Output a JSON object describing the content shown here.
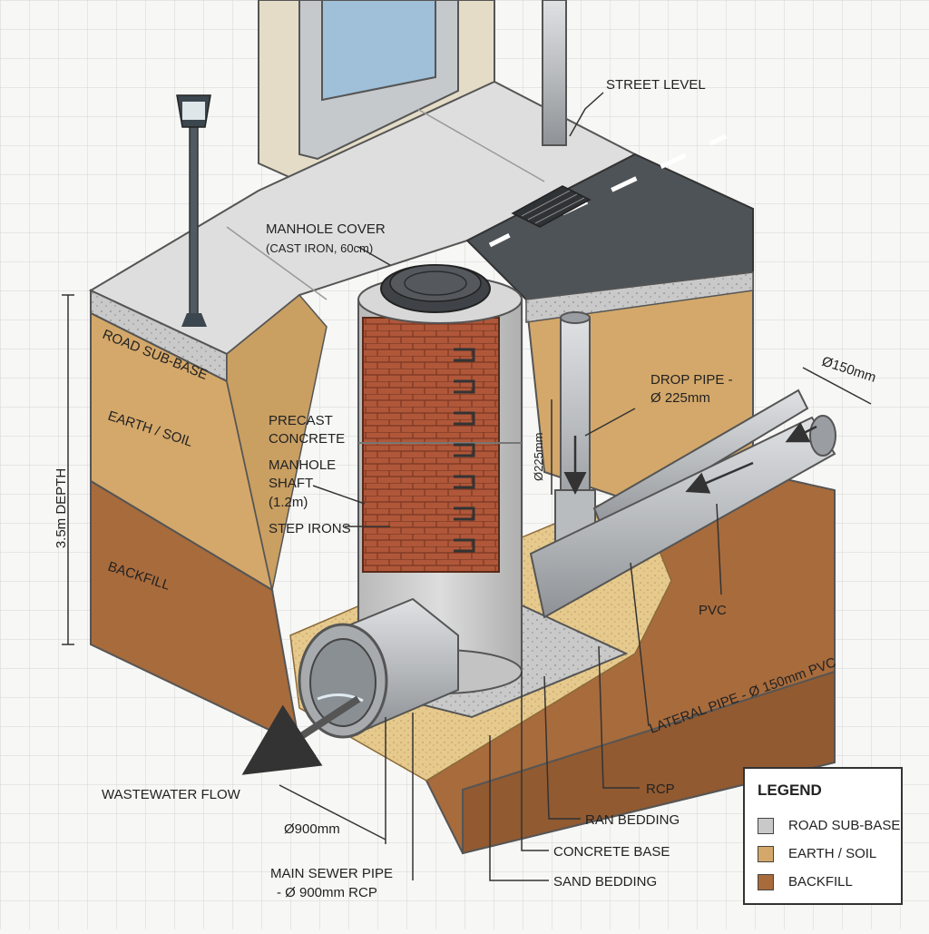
{
  "labels": {
    "street_level": "STREET LEVEL",
    "manhole_cover_line1": "MANHOLE COVER",
    "manhole_cover_line2": "(CAST IRON, 60cm)",
    "road_sub_base": "ROAD SUB-BASE",
    "earth_soil": "EARTH / SOIL",
    "backfill": "BACKFILL",
    "depth": "3.5m DEPTH",
    "precast_line1": "PRECAST",
    "precast_line2": "CONCRETE",
    "shaft_line1": "MANHOLE",
    "shaft_line2": "SHAFT",
    "shaft_line3": "(1.2m)",
    "step_irons": "STEP IRONS",
    "drop_pipe_line1": "DROP PIPE -",
    "drop_pipe_line2": "Ø 225mm",
    "drop_dim": "Ø225mm",
    "lateral_dim": "Ø150mm",
    "pvc": "PVC",
    "lateral_pipe": "LATERAL PIPE - Ø 150mm PVC",
    "wastewater_flow": "WASTEWATER FLOW",
    "main_dim": "Ø900mm",
    "main_pipe_line1": "MAIN SEWER PIPE",
    "main_pipe_line2": "- Ø 900mm RCP",
    "rcp": "RCP",
    "ran_bedding": "RAN BEDDING",
    "concrete_base": "CONCRETE BASE",
    "sand_bedding": "SAND BEDDING"
  },
  "legend": {
    "title": "LEGEND",
    "items": [
      {
        "label": "ROAD SUB-BASE",
        "color": "#c9c9c9"
      },
      {
        "label": "EARTH / SOIL",
        "color": "#d4a86a"
      },
      {
        "label": "BACKFILL",
        "color": "#a86b3c"
      }
    ]
  },
  "colors": {
    "grid": "#d6d6d6",
    "earth": "#d4a86a",
    "backfill": "#a86b3c",
    "sand": "#e6c98c",
    "concrete": "#cfd0cf",
    "brick": "#b0573a",
    "asphalt": "#4e5358",
    "sidewalk": "#dedede",
    "pipe": "#b9bcbf"
  }
}
